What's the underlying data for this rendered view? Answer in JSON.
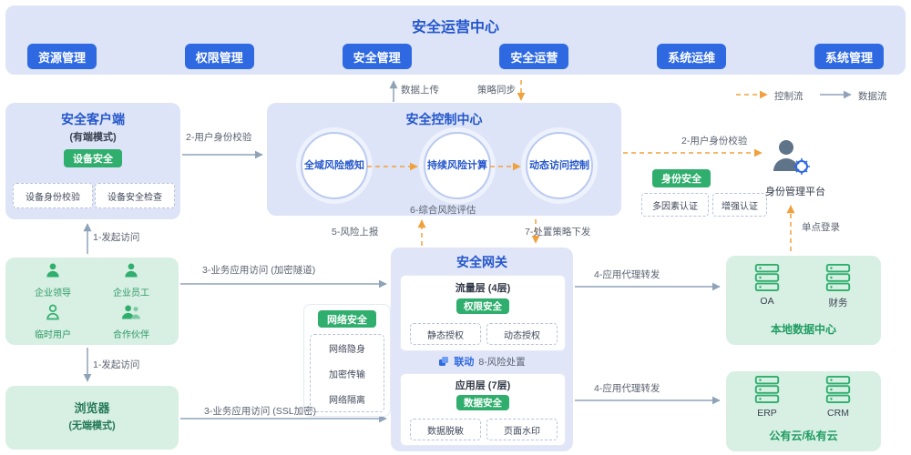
{
  "colors": {
    "primary_blue": "#2e69e2",
    "title_blue": "#2456cc",
    "green": "#2fae6d",
    "light_green": "#d8efe3",
    "lavender": "#dde4f7",
    "orange": "#f0a03c",
    "gray_arrow": "#8fa3b8"
  },
  "top": {
    "title": "安全运营中心",
    "buttons": [
      "资源管理",
      "权限管理",
      "安全管理",
      "安全运营",
      "系统运维",
      "系统管理"
    ]
  },
  "legend": {
    "control": "控制流",
    "data": "数据流"
  },
  "client": {
    "title": "安全客户端",
    "subtitle": "(有端模式)",
    "badge": "设备安全",
    "items": [
      "设备身份校验",
      "设备安全检查"
    ]
  },
  "users": {
    "items": [
      "企业领导",
      "企业员工",
      "临时用户",
      "合作伙伴"
    ]
  },
  "browser": {
    "title": "浏览器",
    "subtitle": "(无端模式)"
  },
  "control_center": {
    "title": "安全控制中心",
    "circles": [
      "全域风险感知",
      "持续风险计算",
      "动态访问控制"
    ]
  },
  "gateway": {
    "title": "安全网关",
    "traffic_layer": "流量层 (4层)",
    "perm_badge": "权限安全",
    "perm_items": [
      "静态授权",
      "动态授权"
    ],
    "linkage": "联动",
    "risk_handle": "8-风险处置",
    "app_layer": "应用层 (7层)",
    "data_badge": "数据安全",
    "data_items": [
      "数据脱敏",
      "页面水印"
    ]
  },
  "network": {
    "badge": "网络安全",
    "items": [
      "网络隐身",
      "加密传输",
      "网络隔离"
    ]
  },
  "identity": {
    "badge": "身份安全",
    "items": [
      "多因素认证",
      "增强认证"
    ],
    "platform": "身份管理平台"
  },
  "local_dc": {
    "title": "本地数据中心",
    "servers": [
      "OA",
      "财务"
    ]
  },
  "cloud": {
    "title": "公有云/私有云",
    "servers": [
      "ERP",
      "CRM"
    ]
  },
  "flows": {
    "data_upload": "数据上传",
    "policy_sync": "策略同步",
    "auth_left": "2-用户身份校验",
    "auth_right": "2-用户身份校验",
    "initiate_a": "1-发起访问",
    "initiate_b": "1-发起访问",
    "tunnel": "3-业务应用访问 (加密隧道)",
    "ssl": "3-业务应用访问 (SSL加密)",
    "proxy_a": "4-应用代理转发",
    "proxy_b": "4-应用代理转发",
    "risk_report": "5-风险上报",
    "risk_eval": "6-综合风险评估",
    "policy_down": "7-处置策略下发",
    "sso": "单点登录"
  }
}
